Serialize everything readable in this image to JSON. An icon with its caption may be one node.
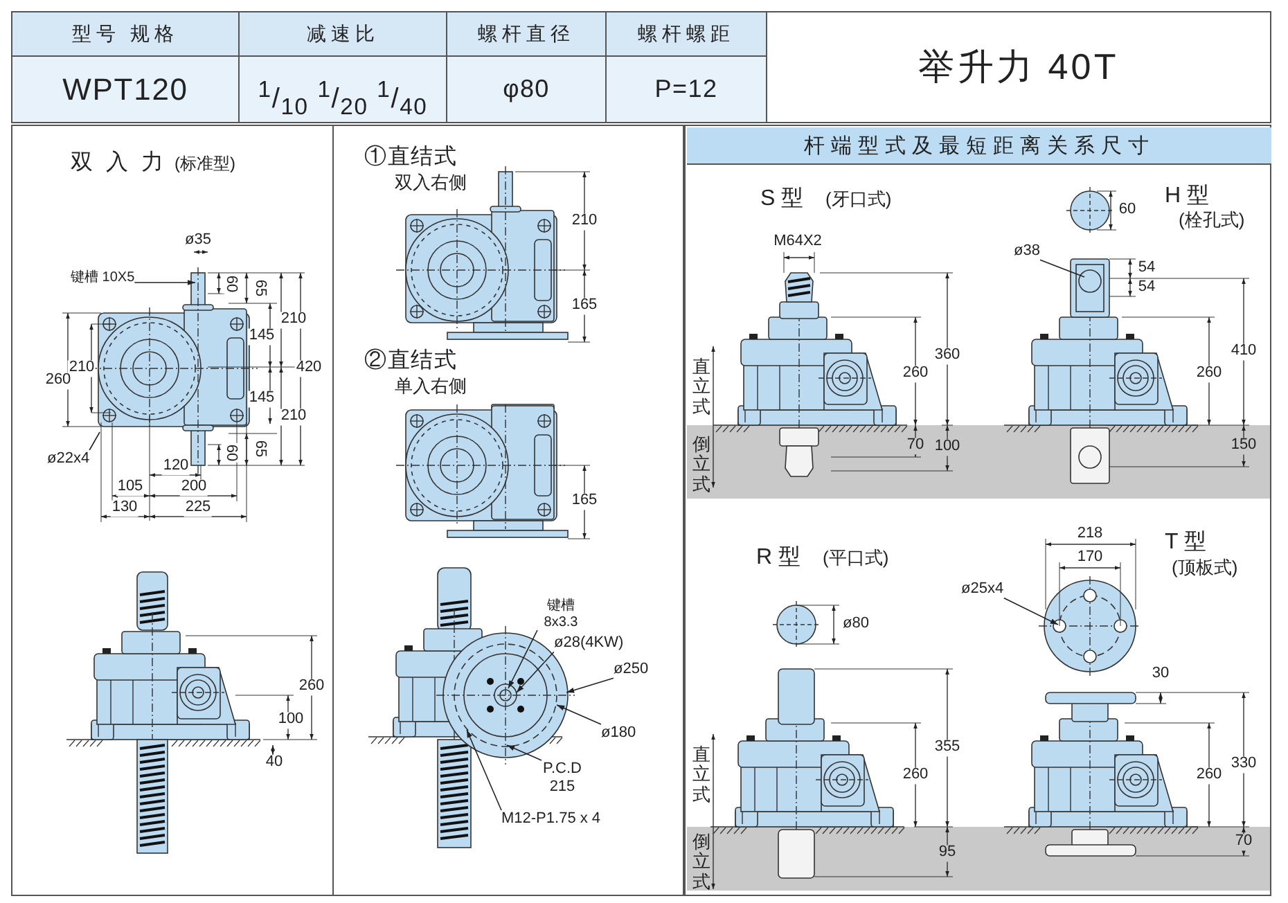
{
  "diagram": {
    "title": "举升力 40T",
    "nodes": [
      {
        "text": [
          "双入力",
          "(标准型)"
        ]
      },
      {
        "text": [
          "键槽 10X5"
        ],
        "in": 0
      },
      {
        "text": [
          "ø22x4"
        ],
        "in": 0
      },
      {
        "text": [
          "①直结式",
          "双入右侧",
          "②直结式",
          "单入右侧"
        ]
      },
      {
        "text": [
          "键槽 8x3.3"
        ],
        "in": 3
      },
      {
        "text": [
          "ø28(4KW)"
        ],
        "in": 3
      },
      {
        "text": [
          "ø250"
        ],
        "in": 3
      },
      {
        "text": [
          "ø180"
        ],
        "in": 3
      },
      {
        "text": [
          "P.C.D 215"
        ],
        "in": 3
      },
      {
        "text": [
          "M12-P1.75 x 4"
        ],
        "in": 3
      },
      {
        "text": [
          "S 型",
          "(牙口式)",
          "H 型",
          "(栓孔式)",
          "R 型",
          "(平口式)",
          "T 型",
          "(顶板式)",
          "直立式",
          "倒立式",
          "直立式",
          "倒立式"
        ]
      },
      {
        "text": [
          "杆端型式及最短距离关系尺寸"
        ],
        "in": 10
      },
      {
        "text": [
          "ø38"
        ],
        "in": 10
      },
      {
        "text": [
          "ø25x4"
        ],
        "in": 10
      }
    ],
    "edges": [
      {
        "from": 1,
        "to": null,
        "arrow": "to"
      },
      {
        "from": 2,
        "to": null,
        "arrow": "none"
      },
      {
        "from": 4,
        "to": null,
        "arrow": "to"
      },
      {
        "from": 5,
        "to": null,
        "arrow": "to"
      },
      {
        "from": 6,
        "to": null,
        "arrow": "to"
      },
      {
        "from": 7,
        "to": null,
        "arrow": "to"
      },
      {
        "from": 8,
        "to": null,
        "arrow": "to"
      },
      {
        "from": 9,
        "to": null,
        "arrow": "to"
      },
      {
        "from": 12,
        "to": null,
        "arrow": "none"
      },
      {
        "from": 13,
        "to": null,
        "arrow": "to"
      }
    ],
    "labels": [
      "型号 规格",
      "减速比",
      "螺杆直径",
      "螺杆螺距",
      "WPT120",
      "$^{1}$/$_{10}$ $^{1}$/$_{20}$ $^{1}$/$_{40}$",
      "φ80",
      "P=12",
      "ø35",
      "60",
      "65",
      "210",
      "145",
      "210",
      "260",
      "420",
      "145",
      "210",
      "60",
      "65",
      "120",
      "105",
      "200",
      "130",
      "225",
      "260",
      "100",
      "40",
      "210",
      "165",
      "165",
      "M64X2",
      "60",
      "54",
      "54",
      "360",
      "260",
      "410",
      "260",
      "70",
      "100",
      "150",
      "ø80",
      "218",
      "170",
      "30",
      "355",
      "260",
      "330",
      "260",
      "95",
      "70"
    ]
  }
}
